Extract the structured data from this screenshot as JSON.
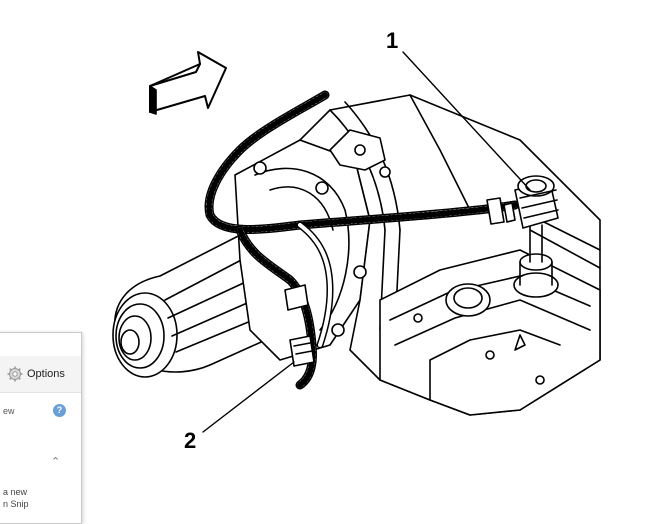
{
  "diagram": {
    "callouts": [
      "1",
      "2"
    ]
  },
  "snip_window": {
    "options_label": "Options",
    "new_label": "ew",
    "help_icon": "help-icon",
    "gear_icon": "gear-icon",
    "description_line1": "a new",
    "description_line2": "n Snip"
  }
}
